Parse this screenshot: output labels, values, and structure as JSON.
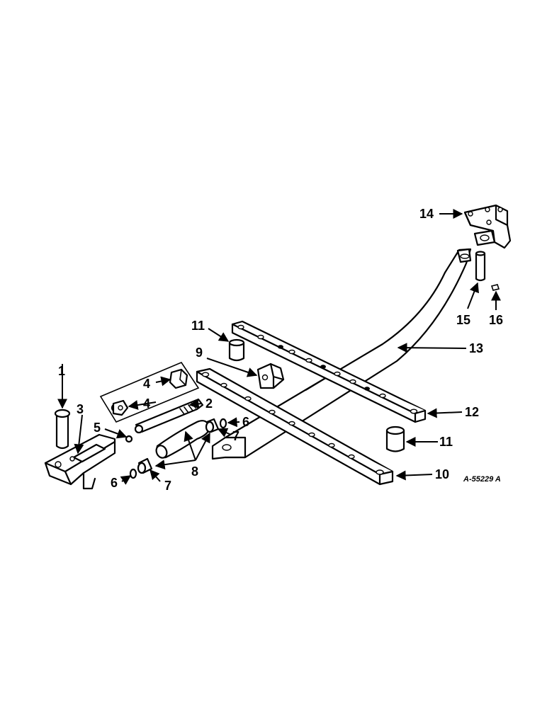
{
  "figure_ref": "A-55229 A",
  "callouts": {
    "c1": "1",
    "c2": "2",
    "c3": "3",
    "c4a": "4",
    "c4b": "4",
    "c5": "5",
    "c6a": "6",
    "c6b": "6",
    "c7a": "7",
    "c7b": "7",
    "c8": "8",
    "c9": "9",
    "c10": "10",
    "c11a": "11",
    "c11b": "11",
    "c12": "12",
    "c13": "13",
    "c14": "14",
    "c15": "15",
    "c16": "16"
  }
}
